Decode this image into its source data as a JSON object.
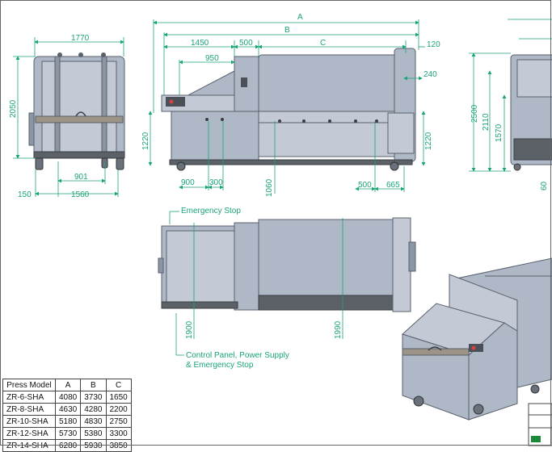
{
  "dimensions": {
    "side_width": "1770",
    "side_height": "2050",
    "side_wheel_base": "901",
    "side_offset": "150",
    "side_track": "1560",
    "front_A": "A",
    "front_B": "B",
    "front_C": "C",
    "front_1450": "1450",
    "front_500": "500",
    "front_950": "950",
    "front_120": "120",
    "front_240": "240",
    "front_1220_left": "1220",
    "front_1220_right": "1220",
    "front_900": "900",
    "front_300": "300",
    "front_1060": "1060",
    "front_500_b": "500",
    "front_665": "665",
    "right_2500": "2500",
    "right_2110": "2110",
    "right_1570": "1570",
    "right_60": "60",
    "top_1900": "1900",
    "top_1990": "1990"
  },
  "notes": {
    "emergency_stop": "Emergency Stop",
    "control_panel_line1": "Control Panel, Power Supply",
    "control_panel_line2": "& Emergency Stop"
  },
  "table": {
    "headers": [
      "Press Model",
      "A",
      "B",
      "C"
    ],
    "rows": [
      [
        "ZR-6-SHA",
        "4080",
        "3730",
        "1650"
      ],
      [
        "ZR-8-SHA",
        "4630",
        "4280",
        "2200"
      ],
      [
        "ZR-10-SHA",
        "5180",
        "4830",
        "2750"
      ],
      [
        "ZR-12-SHA",
        "5730",
        "5380",
        "3300"
      ],
      [
        "ZR-14-SHA",
        "6280",
        "5930",
        "3850"
      ]
    ]
  },
  "colors": {
    "dimension": "#1aa37a",
    "machine_body": "#aeb8c6",
    "machine_dark": "#5c6168"
  }
}
